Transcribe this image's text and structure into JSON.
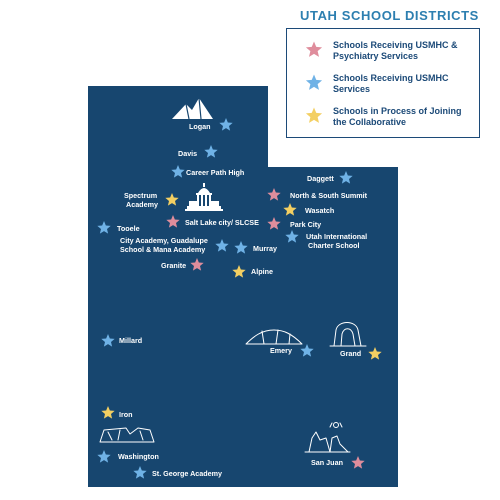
{
  "title": "UTAH SCHOOL DISTRICTS",
  "colors": {
    "map": "#17466f",
    "pink": "#df8d9c",
    "blue": "#6fb2e6",
    "yellow": "#f3cf62"
  },
  "legend": [
    {
      "color": "pink",
      "text": "Schools Receiving USMHC & Psychiatry Services"
    },
    {
      "color": "blue",
      "text": "Schools Receiving USMHC Services"
    },
    {
      "color": "yellow",
      "text": "Schools in Process of Joining the Collaborative"
    }
  ],
  "districts": [
    {
      "name": "Logan",
      "status": "blue"
    },
    {
      "name": "Davis",
      "status": "blue"
    },
    {
      "name": "Career Path High",
      "status": "blue"
    },
    {
      "name": "Daggett",
      "status": "blue"
    },
    {
      "name": "Spectrum Academy",
      "status": "yellow"
    },
    {
      "name": "North & South Summit",
      "status": "pink"
    },
    {
      "name": "Wasatch",
      "status": "yellow"
    },
    {
      "name": "Salt Lake city/ SLCSE",
      "status": "pink"
    },
    {
      "name": "Park City",
      "status": "pink"
    },
    {
      "name": "Tooele",
      "status": "blue"
    },
    {
      "name": "Utah International Charter School",
      "status": "blue"
    },
    {
      "name": "City Academy, Guadalupe School & Mana Academy",
      "status": "blue"
    },
    {
      "name": "Murray",
      "status": "blue"
    },
    {
      "name": "Granite",
      "status": "pink"
    },
    {
      "name": "Alpine",
      "status": "yellow"
    },
    {
      "name": "Millard",
      "status": "blue"
    },
    {
      "name": "Emery",
      "status": "blue"
    },
    {
      "name": "Grand",
      "status": "yellow"
    },
    {
      "name": "Iron",
      "status": "yellow"
    },
    {
      "name": "Washington",
      "status": "blue"
    },
    {
      "name": "San Juan",
      "status": "pink"
    },
    {
      "name": "St. George Academy",
      "status": "blue"
    }
  ]
}
